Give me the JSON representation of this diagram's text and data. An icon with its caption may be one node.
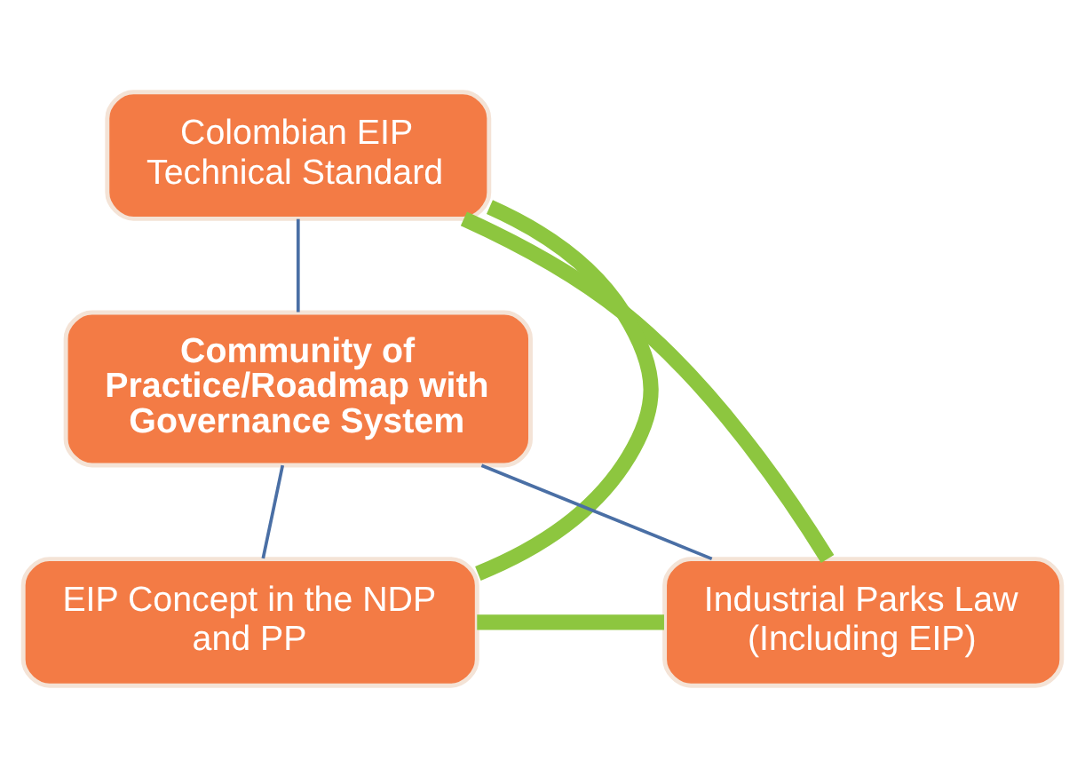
{
  "diagram": {
    "nodes": [
      {
        "text": [
          "Colombian EIP Technical Standard"
        ]
      },
      {
        "text": [
          "Community of Practice/Roadmap with Governance System"
        ]
      },
      {
        "text": [
          "Industrial Parks Law (Including EIP)"
        ]
      },
      {
        "text": [
          "EIP Concept in the NDP and PP"
        ]
      }
    ],
    "edges": [
      {
        "from": 1,
        "to": 0,
        "arrow": "none",
        "color": "#4a6fa5"
      },
      {
        "from": 1,
        "to": 2,
        "arrow": "none",
        "color": "#4a6fa5"
      },
      {
        "from": 1,
        "to": 3,
        "arrow": "none",
        "color": "#4a6fa5"
      },
      {
        "from": 0,
        "to": 3,
        "arrow": "none",
        "style": "thick",
        "color": "#8dc63f"
      },
      {
        "from": 3,
        "to": 2,
        "arrow": "none",
        "style": "thick",
        "color": "#8dc63f"
      },
      {
        "from": 2,
        "to": 0,
        "arrow": "none",
        "style": "thick",
        "color": "#8dc63f"
      }
    ]
  }
}
